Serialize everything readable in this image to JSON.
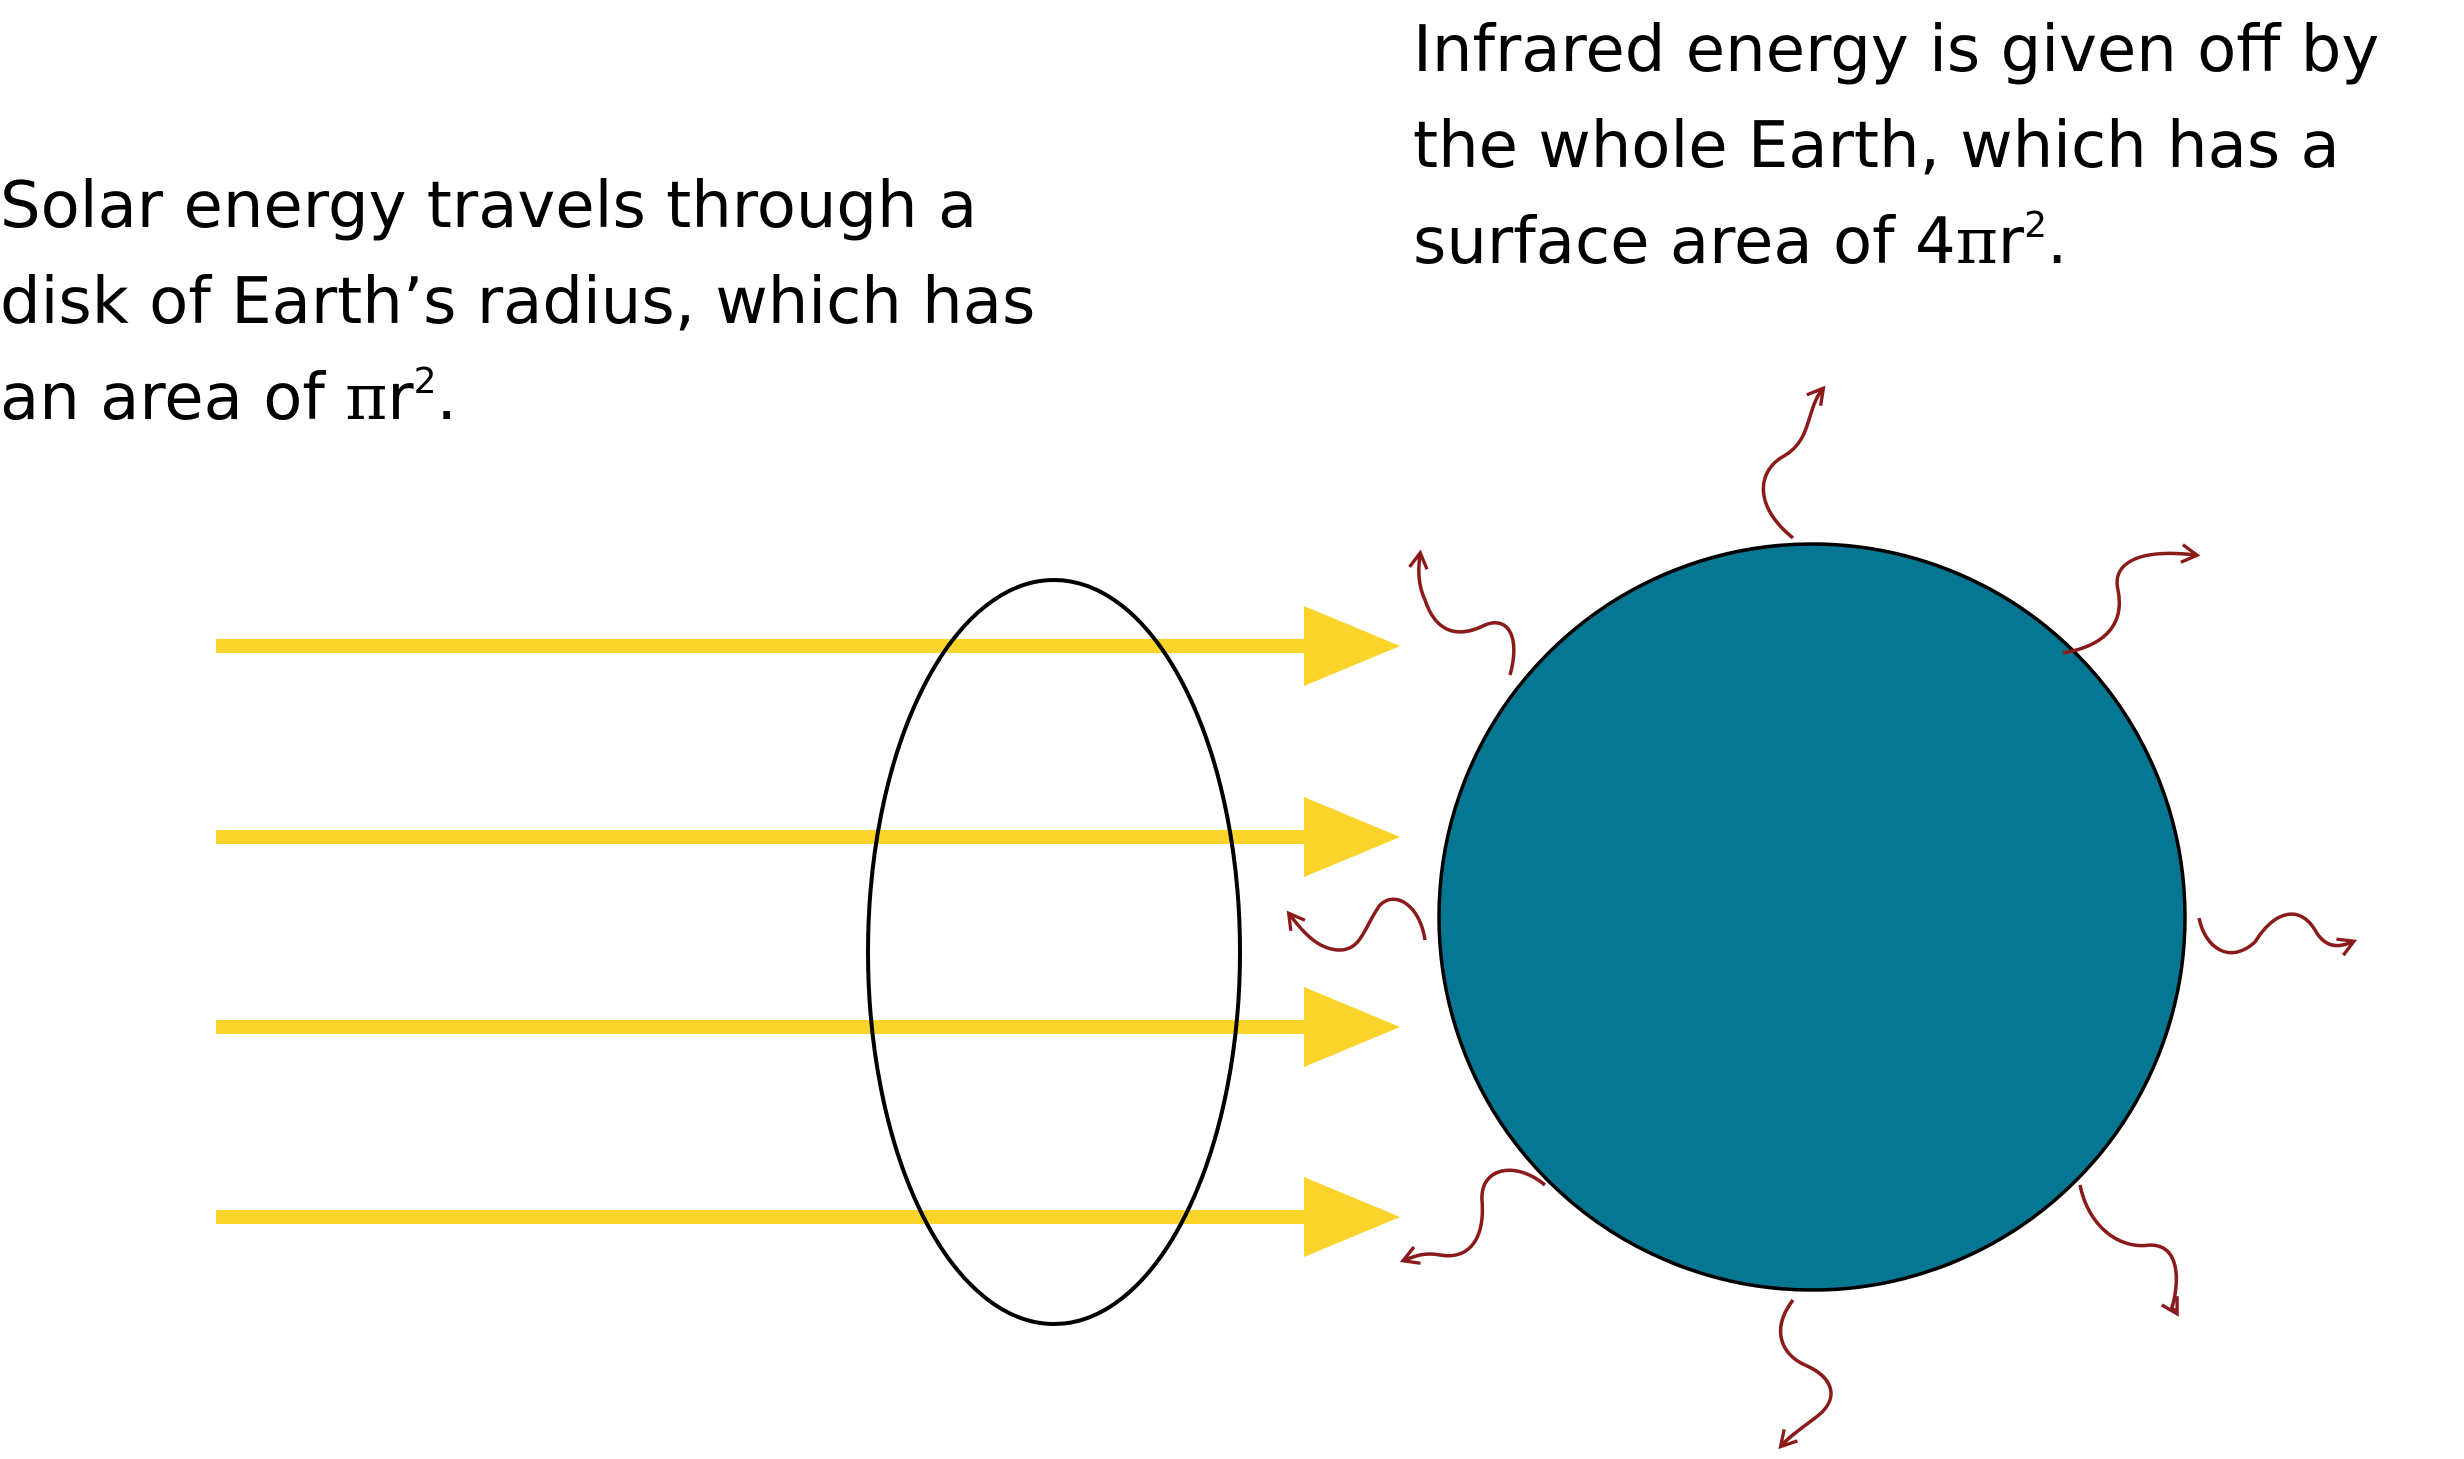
{
  "colors": {
    "sunlight": "#FAD42A",
    "earth": "#067793",
    "infrared": "#8B1A1A",
    "outline": "#000000",
    "background": "#FFFFFF"
  },
  "solar_text": {
    "line1": "Solar energy travels through a",
    "line2": "disk of Earth’s radius, which has",
    "line3_prefix": "an area of ",
    "line3_pi": "π",
    "line3_var": "r",
    "line3_exp": "2",
    "line3_suffix": "."
  },
  "infrared_text": {
    "line1": "Infrared energy is given off by",
    "line2": "the whole Earth, which has a",
    "line3_prefix": "surface area of 4",
    "line3_pi": "π",
    "line3_var": "r",
    "line3_exp": "2",
    "line3_suffix": "."
  },
  "sunlight_arrow_count": 4,
  "infrared_arrow_count": 8
}
